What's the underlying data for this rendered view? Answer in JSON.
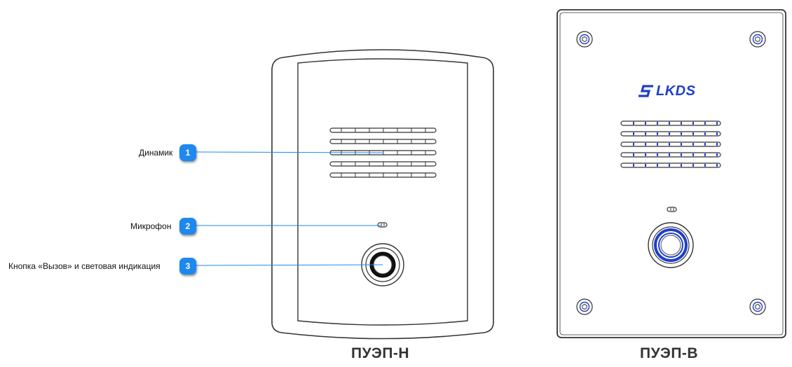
{
  "callouts": [
    {
      "number": "1",
      "label": "Динамик"
    },
    {
      "number": "2",
      "label": "Микрофон"
    },
    {
      "number": "3",
      "label": "Кнопка «Вызов» и световая индикация"
    }
  ],
  "devices": {
    "left": {
      "title": "ПУЭП-Н"
    },
    "right": {
      "title": "ПУЭП-В",
      "brand": "LKDS"
    }
  },
  "colors": {
    "callout_badge": "#1e88f0",
    "leader_line": "#1e88f0",
    "brand_blue": "#1f3fc8",
    "outline": "#333333"
  }
}
